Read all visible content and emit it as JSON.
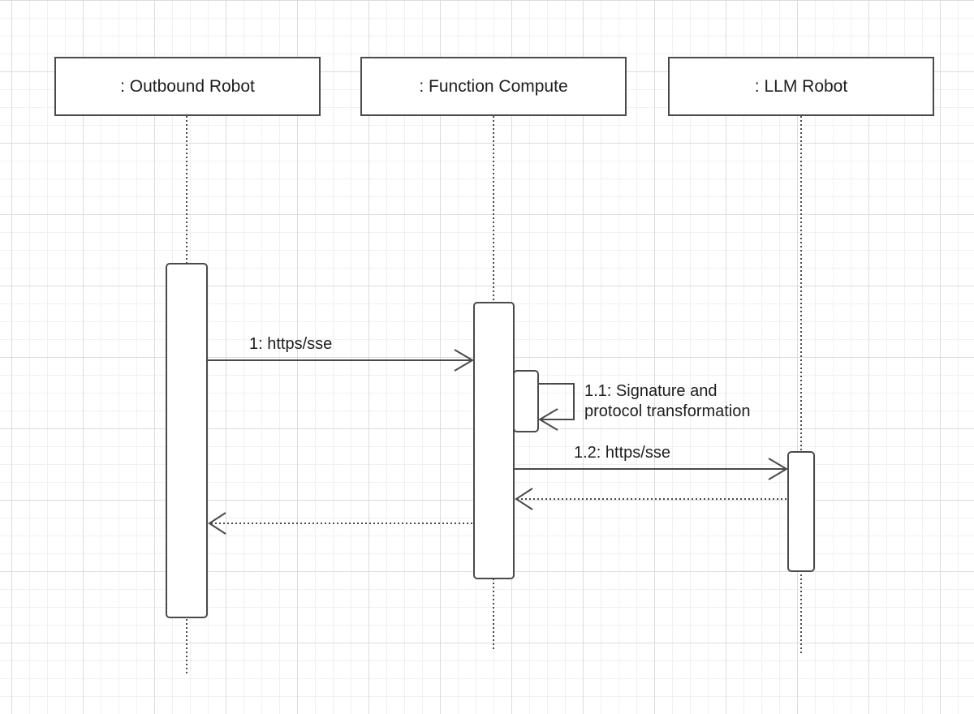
{
  "participants": [
    {
      "id": "outbound",
      "label": ": Outbound Robot"
    },
    {
      "id": "function",
      "label": ": Function Compute"
    },
    {
      "id": "llm",
      "label": ": LLM Robot"
    }
  ],
  "messages": {
    "m1": "1:  https/sse",
    "m11_line1": "1.1:  Signature and",
    "m11_line2": "protocol transformation",
    "m12": "1.2:  https/sse"
  },
  "colors": {
    "line": "#4a4a4a",
    "text": "#1e1e1e",
    "grid_major": "#dcdcdc",
    "grid_minor": "#f1f1f1"
  }
}
